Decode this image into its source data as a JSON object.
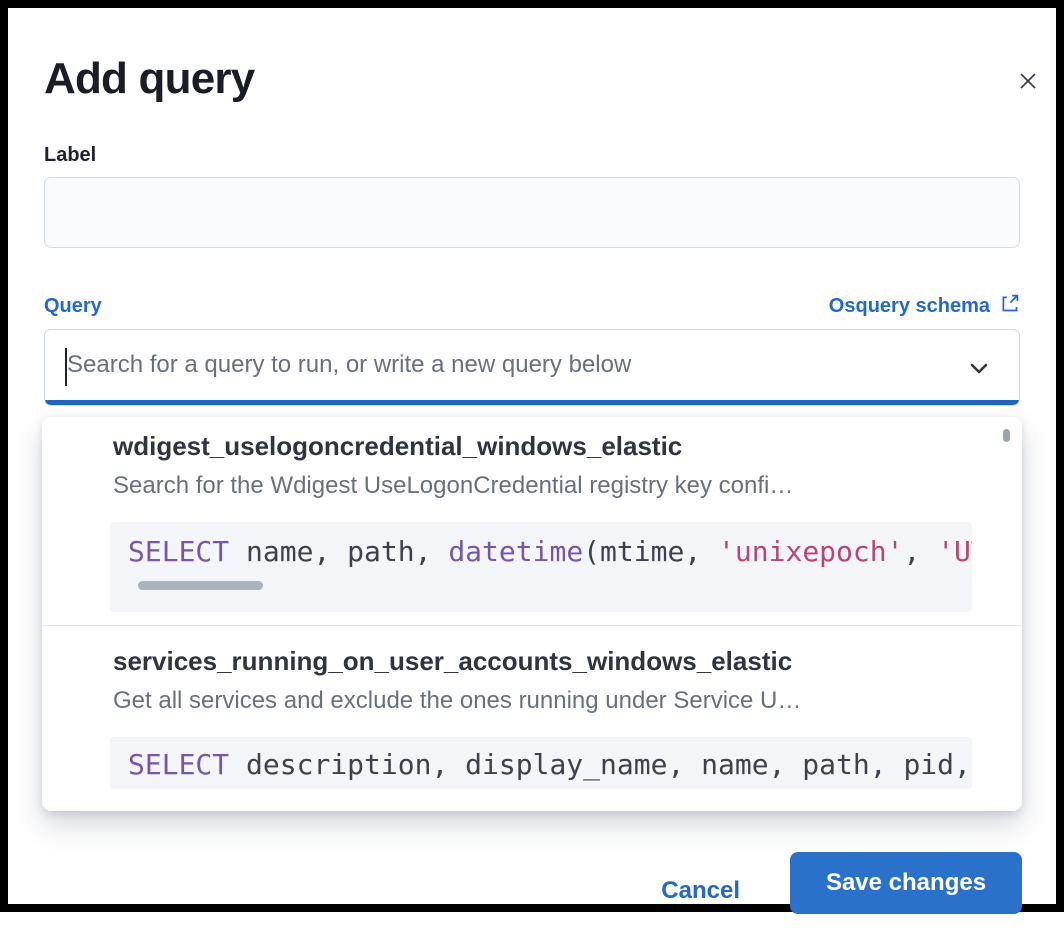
{
  "modal": {
    "title": "Add query",
    "close_icon": "close-icon"
  },
  "form": {
    "label_field": {
      "label": "Label",
      "value": "",
      "placeholder": ""
    },
    "query_field": {
      "label": "Query",
      "schema_link_label": "Osquery schema",
      "schema_link_icon": "external-link-icon",
      "placeholder": "Search for a query to run, or write a new query below",
      "chevron_icon": "chevron-down-icon"
    }
  },
  "dropdown": {
    "options": [
      {
        "title": "wdigest_uselogoncredential_windows_elastic",
        "description": "Search for the Wdigest UseLogonCredential registry key confi…",
        "code_tokens": [
          {
            "text": "SELECT",
            "type": "keyword"
          },
          {
            "text": " name, path, ",
            "type": "plain"
          },
          {
            "text": "datetime",
            "type": "keyword"
          },
          {
            "text": "(mtime, ",
            "type": "plain"
          },
          {
            "text": "'unixepoch'",
            "type": "string"
          },
          {
            "text": ", ",
            "type": "plain"
          },
          {
            "text": "'UTC'",
            "type": "string"
          },
          {
            "text": ")",
            "type": "plain"
          }
        ],
        "has_horizontal_scrollbar": true
      },
      {
        "title": "services_running_on_user_accounts_windows_elastic",
        "description": "Get all services and exclude the ones running under Service U…",
        "code_tokens": [
          {
            "text": "SELECT",
            "type": "keyword"
          },
          {
            "text": " description, display_name, name, path, pid, ",
            "type": "plain"
          }
        ],
        "has_horizontal_scrollbar": false
      }
    ]
  },
  "footer": {
    "cancel_label": "Cancel",
    "save_label": "Save changes"
  },
  "colors": {
    "link_blue": "#2369c8",
    "button_blue": "#2a72c9",
    "underline_blue": "#2164bd",
    "code_keyword": "#7657a6",
    "code_string": "#b9466e",
    "text_dark": "#343741"
  }
}
